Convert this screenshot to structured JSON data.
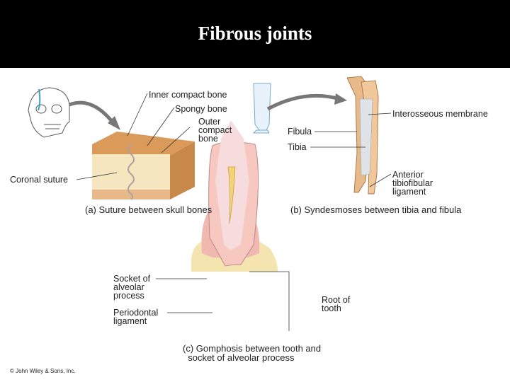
{
  "slide": {
    "title": "Fibrous joints"
  },
  "panel_a": {
    "labels": {
      "inner_compact": "Inner compact bone",
      "spongy": "Spongy bone",
      "outer_compact": "Outer\ncompact\nbone",
      "coronal": "Coronal suture"
    },
    "caption": "(a) Suture between skull bones"
  },
  "panel_b": {
    "labels": {
      "interosseous": "Interosseous membrane",
      "fibula": "Fibula",
      "tibia": "Tibia",
      "anterior": "Anterior\ntibiofibular\nligament"
    },
    "caption": "(b) Syndesmoses between tibia and fibula"
  },
  "panel_c": {
    "labels": {
      "socket": "Socket of\nalveolar\nprocess",
      "periodontal": "Periodontal\nligament",
      "root": "Root of\ntooth"
    },
    "caption": "(c) Gomphosis between tooth and\n  socket of alveolar process"
  },
  "footer": {
    "copyright": "© John Wiley & Sons, Inc."
  },
  "colors": {
    "title_bar": "#000000",
    "bone": "#e8b98a",
    "spongy": "#d99a5a",
    "gum": "#f0b8b0",
    "leader": "#333333"
  }
}
